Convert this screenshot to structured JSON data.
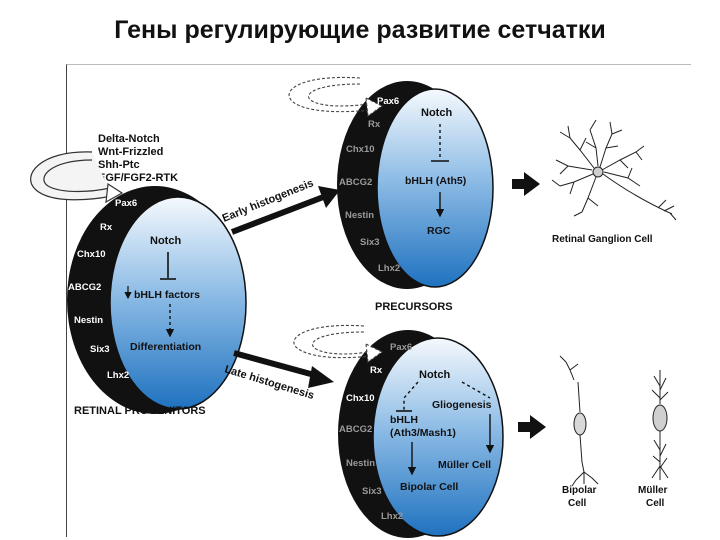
{
  "title": "Гены регулирующие развитие сетчатки",
  "colors": {
    "dark_ring": "#111111",
    "blue_dark": "#2b7fc9",
    "blue_light": "#f3f8fd"
  },
  "progenitor": {
    "signals": [
      "Delta-Notch",
      "Wnt-Frizzled",
      "Shh-Ptc",
      "EGF/FGF2-RTK"
    ],
    "markers": [
      "Pax6",
      "Rx",
      "Chx10",
      "ABCG2",
      "Nestin",
      "Six3",
      "Lhx2"
    ],
    "notch": "Notch",
    "bhlh": "bHLH factors",
    "differentiation": "Differentiation",
    "caption": "RETINAL PROGENITORS"
  },
  "early": {
    "arrow_label": "Early histogenesis",
    "markers": [
      "Pax6",
      "Rx",
      "Chx10",
      "ABCG2",
      "Nestin",
      "Six3",
      "Lhx2"
    ],
    "notch": "Notch",
    "bhlh": "bHLH (Ath5)",
    "product": "RGC",
    "cell_label": "Retinal Ganglion Cell"
  },
  "precursors_label": "PRECURSORS",
  "late": {
    "arrow_label": "Late histogenesis",
    "markers": [
      "Pax6",
      "Rx",
      "Chx10",
      "ABCG2",
      "Nestin",
      "Six3",
      "Lhx2"
    ],
    "notch": "Notch",
    "gliogenesis": "Gliogenesis",
    "bhlh_line1": "bHLH",
    "bhlh_line2": "(Ath3/Mash1)",
    "muller": "Müller Cell",
    "bipolar": "Bipolar Cell",
    "bipolar_cell_label_1": "Bipolar",
    "bipolar_cell_label_2": "Cell",
    "muller_cell_label_1": "Müller",
    "muller_cell_label_2": "Cell"
  }
}
